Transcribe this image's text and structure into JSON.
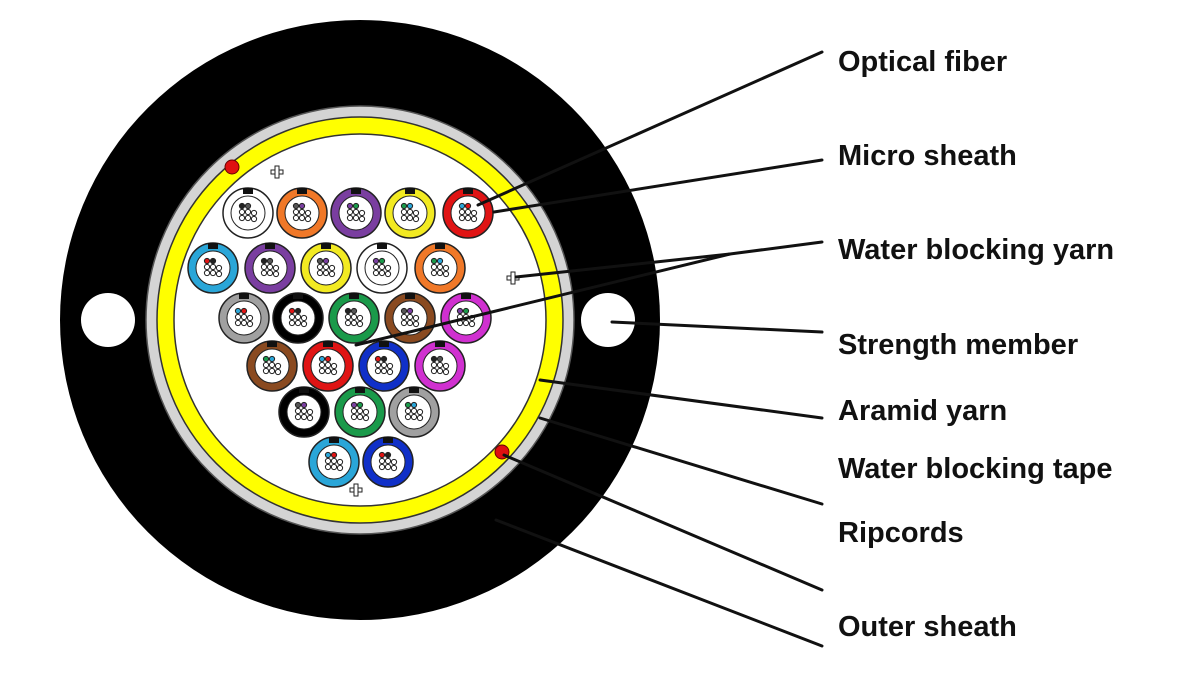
{
  "diagram": {
    "labels": {
      "optical_fiber": "Optical fiber",
      "micro_sheath": "Micro sheath",
      "water_blocking_yarn": "Water blocking yarn",
      "strength_member": "Strength member",
      "aramid_yarn": "Aramid yarn",
      "water_blocking_tape": "Water blocking tape",
      "ripcords": "Ripcords",
      "outer_sheath": "Outer sheath"
    },
    "colors": {
      "outer_sheath": "#000000",
      "water_blocking_tape": "#d4d4d4",
      "aramid_yarn": "#ffff00",
      "ripcord": "#e01010",
      "strength_member": "#ffffff"
    },
    "micro_sheath_colors": [
      "#ffffff",
      "#f07828",
      "#7a3ea0",
      "#f2ea22",
      "#e01414",
      "#2aa6d8",
      "#7a3ea0",
      "#f2ea22",
      "#ffffff",
      "#f07828",
      "#a0a0a0",
      "#000000",
      "#1a9a4a",
      "#8a4a20",
      "#d030d0",
      "#8a4a20",
      "#e01414",
      "#1030c8",
      "#d030d0",
      "#000000",
      "#1a9a4a",
      "#a0a0a0",
      "#2aa6d8",
      "#1030c8"
    ]
  }
}
